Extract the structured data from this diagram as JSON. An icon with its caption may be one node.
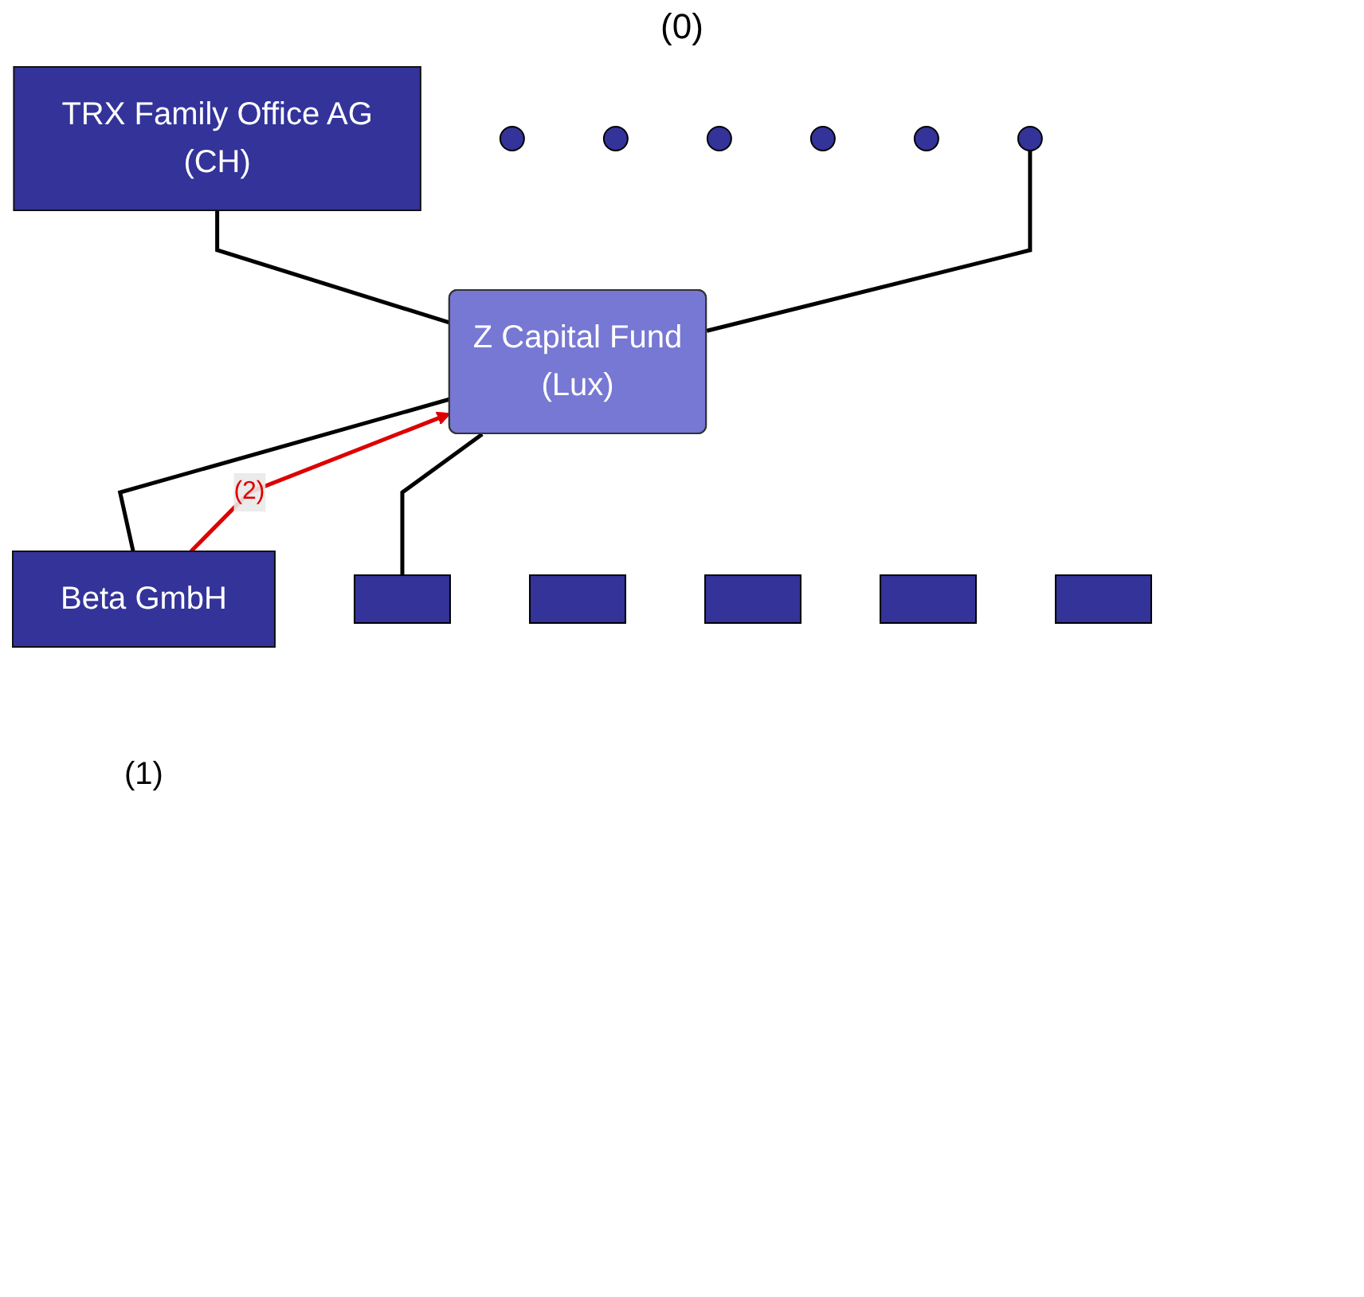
{
  "diagram": {
    "nodes": [
      {
        "text": [
          "TRX Family Office AG",
          "(CH)"
        ]
      },
      {
        "text": [],
        "shape": "circle"
      },
      {
        "text": [],
        "shape": "circle"
      },
      {
        "text": [],
        "shape": "circle"
      },
      {
        "text": [],
        "shape": "circle"
      },
      {
        "text": [],
        "shape": "circle"
      },
      {
        "text": [],
        "shape": "circle"
      },
      {
        "text": [
          "Z Capital Fund",
          "(Lux)"
        ]
      },
      {
        "text": [
          "Beta GmbH"
        ],
        "beside": [
          "(1)"
        ]
      },
      {
        "text": [],
        "shape": "box"
      },
      {
        "text": [],
        "shape": "box"
      },
      {
        "text": [],
        "shape": "box"
      },
      {
        "text": [],
        "shape": "box"
      },
      {
        "text": [],
        "shape": "box"
      }
    ],
    "edges": [
      {
        "from": 0,
        "to": 7,
        "arrow": "none"
      },
      {
        "from": 6,
        "to": 7,
        "arrow": "none"
      },
      {
        "from": 7,
        "to": 8,
        "arrow": "none"
      },
      {
        "from": 7,
        "to": 9,
        "arrow": "none"
      },
      {
        "from": 8,
        "to": 7,
        "arrow": "to",
        "label": "(2)",
        "color": "#dd0000"
      }
    ],
    "labels": [
      "(0)"
    ]
  }
}
